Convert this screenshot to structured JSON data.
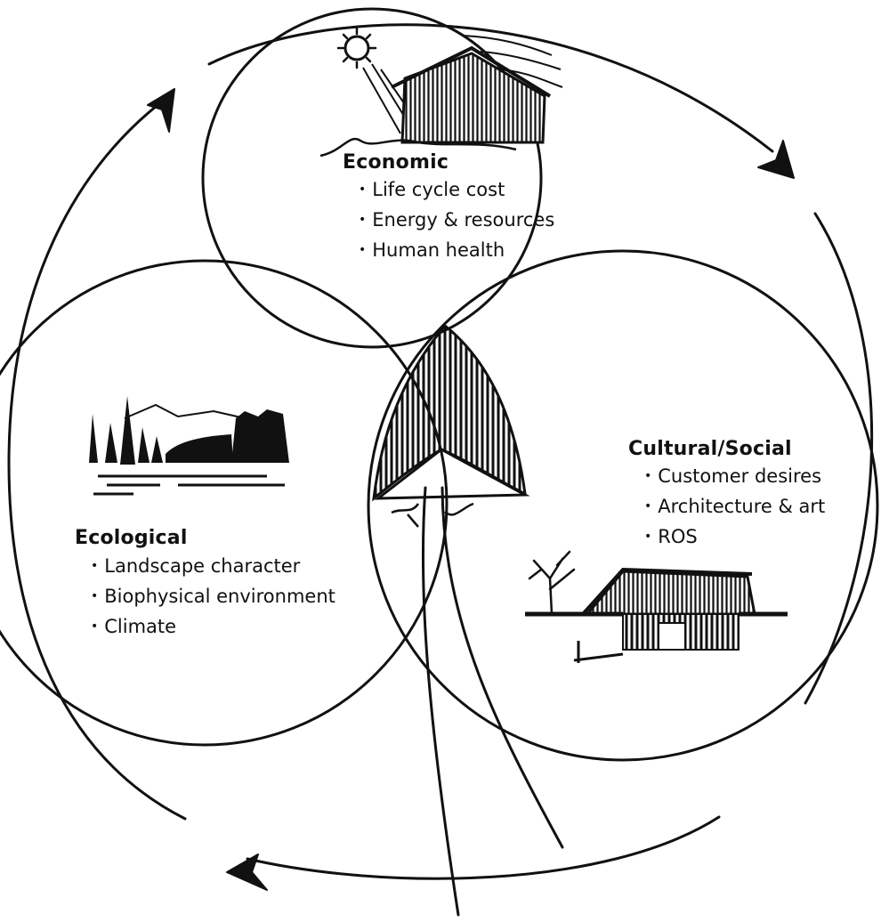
{
  "economic": {
    "heading": "Economic",
    "items": [
      "Life cycle cost",
      "Energy & resources",
      "Human health"
    ]
  },
  "cultural": {
    "heading": "Cultural/Social",
    "items": [
      "Customer desires",
      "Architecture & art",
      "ROS"
    ]
  },
  "ecological": {
    "heading": "Ecological",
    "items": [
      "Landscape character",
      "Biophysical environment",
      "Climate"
    ]
  },
  "colors": {
    "ink": "#111111",
    "background": "#ffffff"
  },
  "illustrations": [
    "sun-cabin-sketch",
    "lake-forest-sketch",
    "snowy-cabin-sketch",
    "hatched-center-lens"
  ]
}
